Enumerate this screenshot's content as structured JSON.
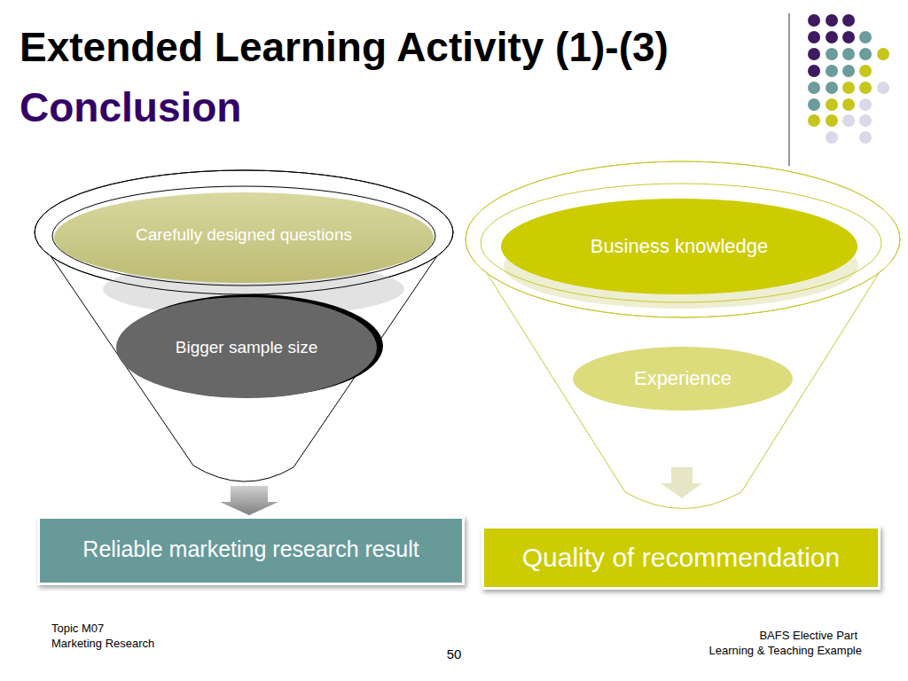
{
  "diagram": {
    "title": "Extended Learning Activity (1)-(3)",
    "nodes": [
      {
        "text": [
          "Carefully designed questions"
        ]
      },
      {
        "text": [
          "Bigger sample size"
        ]
      },
      {
        "text": [
          "Reliable marketing research result"
        ]
      },
      {
        "text": [
          "Business knowledge"
        ]
      },
      {
        "text": [
          "Experience"
        ]
      },
      {
        "text": [
          "Quality of recommendation"
        ]
      }
    ],
    "labels": [
      "Conclusion",
      "Topic M07",
      "Marketing Research",
      "50",
      "BAFS Elective Part",
      "Learning & Teaching Example"
    ]
  }
}
